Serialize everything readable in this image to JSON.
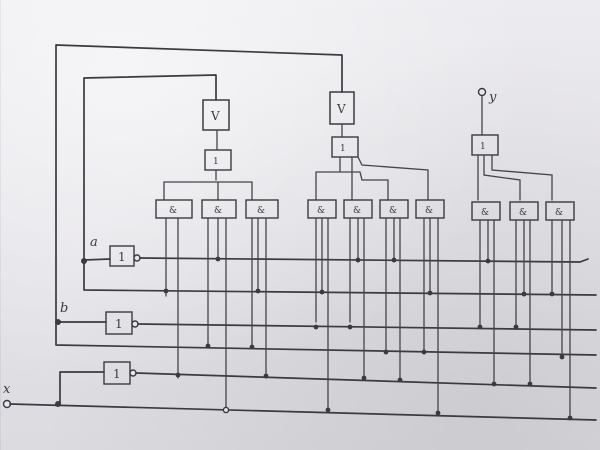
{
  "diagram": {
    "inputs": [
      {
        "id": "a",
        "label": "a"
      },
      {
        "id": "b",
        "label": "b"
      },
      {
        "id": "x",
        "label": "x"
      }
    ],
    "output": {
      "id": "y",
      "label": "y"
    },
    "inverters": [
      {
        "id": "not-a",
        "symbol": "1"
      },
      {
        "id": "not-b",
        "symbol": "1"
      },
      {
        "id": "not-x",
        "symbol": "1"
      }
    ],
    "and_gate_symbol": "&",
    "and_gates": [
      {
        "id": "g1",
        "symbol": "&"
      },
      {
        "id": "g2",
        "symbol": "&"
      },
      {
        "id": "g3",
        "symbol": "&"
      },
      {
        "id": "g4",
        "symbol": "&"
      },
      {
        "id": "g5",
        "symbol": "&"
      },
      {
        "id": "g6",
        "symbol": "&"
      },
      {
        "id": "g7",
        "symbol": "&"
      },
      {
        "id": "g8",
        "symbol": "&"
      },
      {
        "id": "g9",
        "symbol": "&"
      },
      {
        "id": "g10",
        "symbol": "&"
      }
    ],
    "or_gates": [
      {
        "id": "or1",
        "symbol": "1"
      },
      {
        "id": "or2",
        "symbol": "1"
      },
      {
        "id": "or3",
        "symbol": "1"
      }
    ],
    "flip_flops": [
      {
        "id": "ff1",
        "symbol": "V"
      },
      {
        "id": "ff2",
        "symbol": "V"
      }
    ],
    "ink_color": "#3a3a40",
    "paper_color": "#e7e6ea"
  }
}
